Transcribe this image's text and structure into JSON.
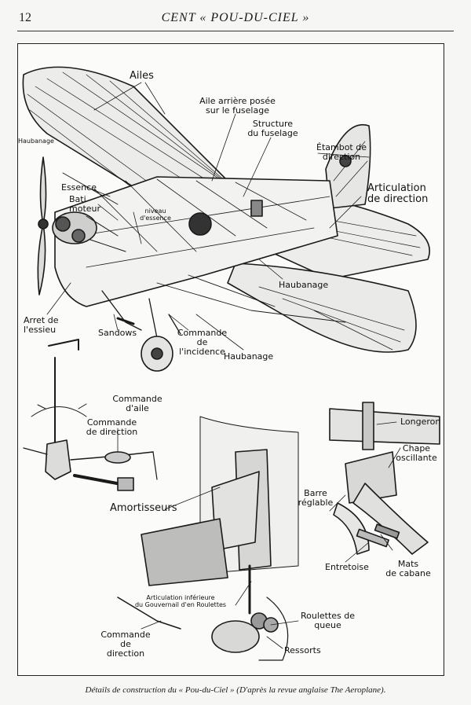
{
  "header": {
    "page_number": "12",
    "title": "CENT « POU-DU-CIEL »"
  },
  "labels": {
    "ailes": "Ailes",
    "haubanage_top": "Haubanage",
    "aile_arriere": "Aile arrière posée\nsur le fuselage",
    "structure": "Structure\ndu fuselage",
    "etambot": "Étambot de\ndirection",
    "articulation": "Articulation\nde direction",
    "essence": "Essence",
    "bati": "Bati\nmoteur",
    "niveau": "niveau\nd'essence",
    "haubanage_mid": "Haubanage",
    "arret": "Arret de\nl'essieu",
    "sandows": "Sandows",
    "commande_incidence": "Commande de\nl'incidence",
    "haubanage_low": "Haubanage",
    "commande_aile": "Commande\nd'aile",
    "commande_direction_left": "Commande\nde direction",
    "longeron": "Longeron",
    "chape": "Chape\noscillante",
    "barre": "Barre\nréglable",
    "amortisseurs": "Amortisseurs",
    "entretoise": "Entretoise",
    "mats": "Mats\nde cabane",
    "articulation_inf": "Articulation inférieure\ndu Gouvernail d'en Roulettes",
    "roulettes": "Roulettes de\nqueue",
    "commande_direction_bottom": "Commande de\ndirection",
    "ressorts": "Ressorts"
  },
  "caption": "Détails de construction du « Pou-du-Ciel » (D'après la revue anglaise The Aeroplane)."
}
